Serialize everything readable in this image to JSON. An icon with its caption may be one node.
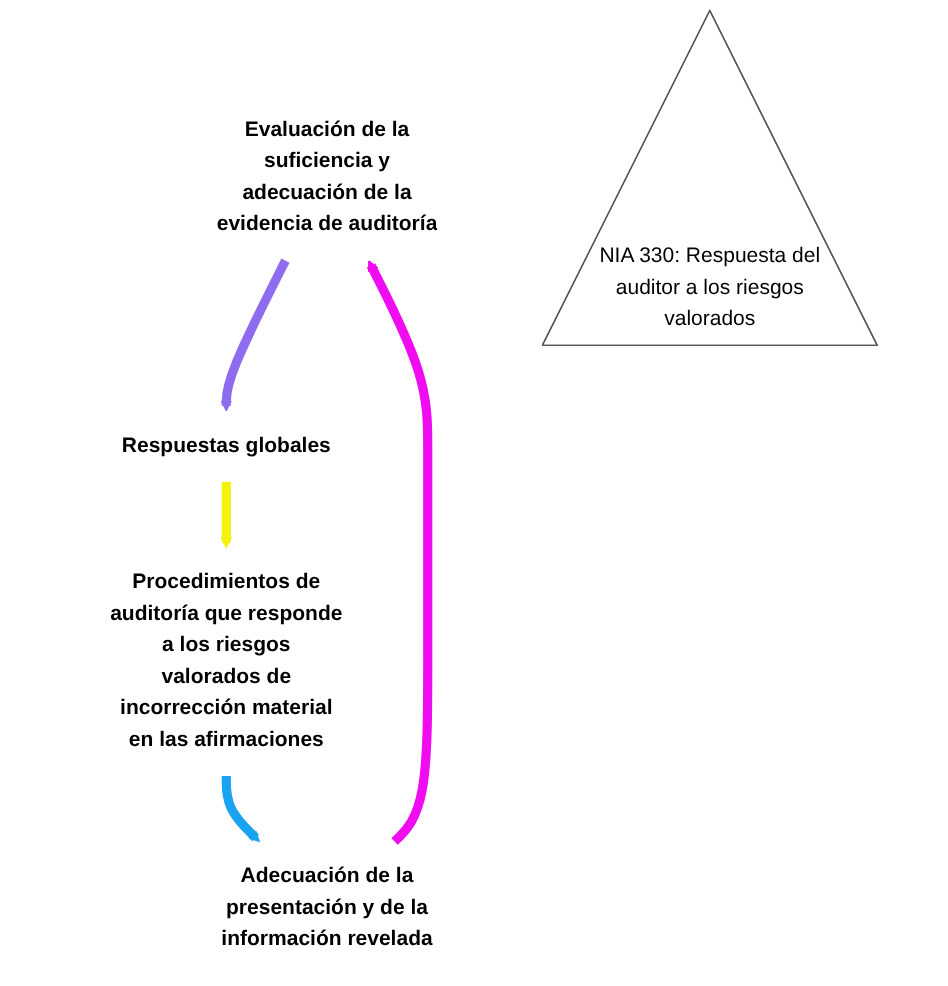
{
  "diagram": {
    "nodes": [
      {
        "text": [
          "Evaluación de la suficiencia y adecuación de la evidencia de auditoría"
        ]
      },
      {
        "text": [
          "Respuestas globales"
        ]
      },
      {
        "text": [
          "NIA 330: Respuesta del auditor a los riesgos valorados"
        ]
      },
      {
        "text": [
          "Procedimientos de auditoría que responde a los riesgos valorados de incorrección material en las afirmaciones"
        ]
      },
      {
        "text": [
          "Adecuación de la presentación y de la información revelada"
        ]
      }
    ],
    "edges": [
      {
        "from": 0,
        "to": 1,
        "arrow": "to",
        "color": "#8e6cf0"
      },
      {
        "from": 1,
        "to": 3,
        "arrow": "to",
        "color": "#f2f20a"
      },
      {
        "from": 3,
        "to": 4,
        "arrow": "to",
        "color": "#1aa3f0"
      },
      {
        "from": 4,
        "to": 0,
        "arrow": "to",
        "color": "#f00cf0"
      }
    ]
  }
}
